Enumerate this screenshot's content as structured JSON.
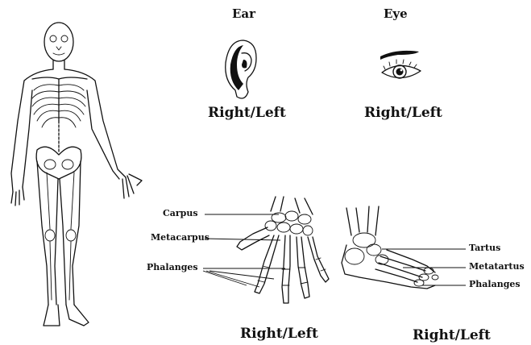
{
  "headings": {
    "ear": "Ear",
    "eye": "Eye"
  },
  "captions": {
    "ear": "Right/Left",
    "eye": "Right/Left",
    "hand": "Right/Left",
    "foot": "Right/Left"
  },
  "hand_labels": {
    "carpus": "Carpus",
    "metacarpus": "Metacarpus",
    "phalanges": "Phalanges"
  },
  "foot_labels": {
    "tartus": "Tartus",
    "metatartus": "Metatartus",
    "phalanges": "Phalanges"
  },
  "icons": [
    "skeleton-figure",
    "ear",
    "eye",
    "hand-bones",
    "foot-bones"
  ]
}
